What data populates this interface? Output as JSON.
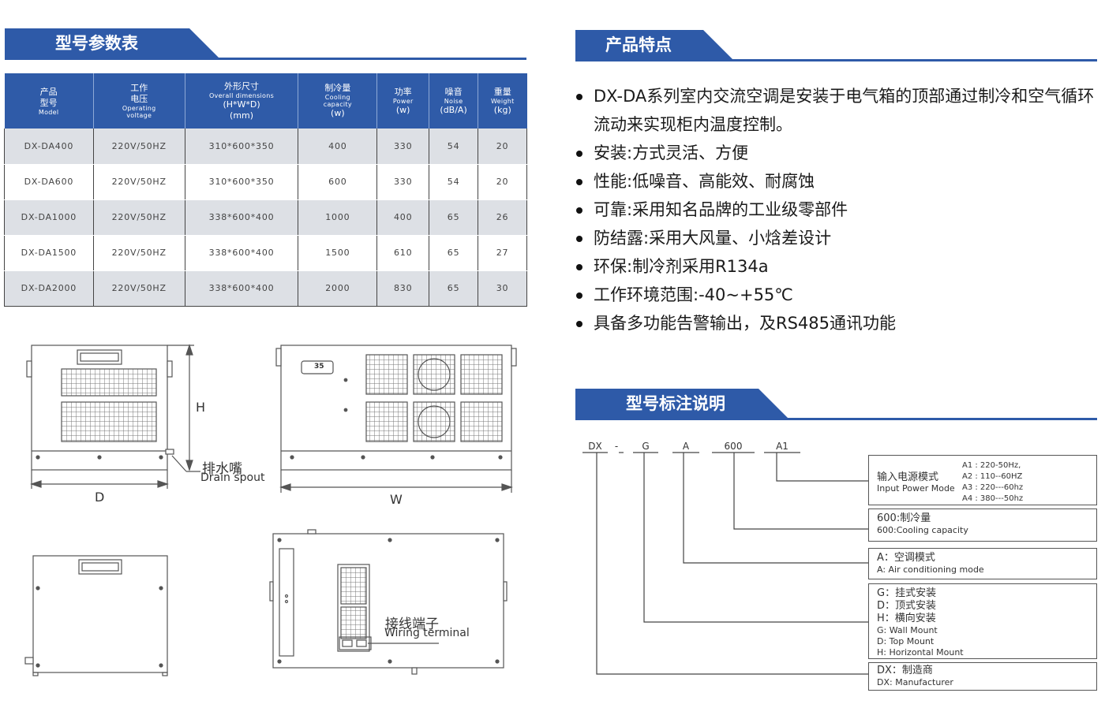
{
  "table_section": {
    "title": "型号参数表"
  },
  "features_section": {
    "title": "产品特点"
  },
  "model_section": {
    "title": "型号标注说明"
  },
  "table": {
    "headers": [
      {
        "cn": "产品\n型号",
        "en": "Model",
        "unit": ""
      },
      {
        "cn": "工作\n电压",
        "en": "Operating\nvoltage",
        "unit": ""
      },
      {
        "cn": "外形尺寸",
        "en": "Overall dimensions",
        "unit": "(H*W*D)\n(mm)"
      },
      {
        "cn": "制冷量",
        "en": "Cooling\ncapacity",
        "unit": "(w)"
      },
      {
        "cn": "功率",
        "en": "Power",
        "unit": "(w)"
      },
      {
        "cn": "噪音",
        "en": "Noise",
        "unit": "(dB/A)"
      },
      {
        "cn": "重量",
        "en": "Weight",
        "unit": "(kg)"
      }
    ],
    "rows": [
      [
        "DX-DA400",
        "220V/50HZ",
        "310*600*350",
        "400",
        "330",
        "54",
        "20"
      ],
      [
        "DX-DA600",
        "220V/50HZ",
        "310*600*350",
        "600",
        "330",
        "54",
        "20"
      ],
      [
        "DX-DA1000",
        "220V/50HZ",
        "338*600*400",
        "1000",
        "400",
        "65",
        "26"
      ],
      [
        "DX-DA1500",
        "220V/50HZ",
        "338*600*400",
        "1500",
        "610",
        "65",
        "27"
      ],
      [
        "DX-DA2000",
        "220V/50HZ",
        "338*600*400",
        "2000",
        "830",
        "65",
        "30"
      ]
    ]
  },
  "features": [
    "DX-DA系列室内交流空调是安装于电气箱的顶部通过制冷和空气循环流动来实现柜内温度控制。",
    "安装:方式灵活、方便",
    "性能:低噪音、高能效、耐腐蚀",
    "可靠:采用知名品牌的工业级零部件",
    "防结露:采用大风量、小焓差设计",
    "环保:制冷剂采用R134a",
    "工作环境范围:-40~+55℃",
    "具备多功能告警输出，及RS485通讯功能"
  ],
  "drawing": {
    "label_h": "H",
    "label_d": "D",
    "label_w": "W",
    "drain_cn": "排水嘴",
    "drain_en": "Drain spout",
    "display_value": "35",
    "terminal_cn": "接线端子",
    "terminal_en": "Wiring terminal"
  },
  "model_code": {
    "segments": [
      "DX",
      "-",
      "G",
      "A",
      "600",
      "A1"
    ],
    "power_cn": "输入电源模式",
    "power_en": "Input Power Mode",
    "power_options": [
      "A1 : 220-50Hz,",
      "A2 : 110--60HZ",
      "A3 : 220---60hz",
      "A4 : 380---50hz"
    ],
    "cooling_cn": "600:制冷量",
    "cooling_en": "600:Cooling capacity",
    "ac_cn": "A：空调模式",
    "ac_en": "A: Air conditioning mode",
    "mount_cn": [
      "G：挂式安装",
      "D：顶式安装",
      "H：横向安装"
    ],
    "mount_en": [
      "G: Wall Mount",
      "D: Top Mount",
      "H: Horizontal Mount"
    ],
    "maker_cn": "DX：制造商",
    "maker_en": "DX: Manufacturer"
  },
  "colors": {
    "brand_blue": "#2e5aa8",
    "row_gray": "#dde0e5"
  }
}
